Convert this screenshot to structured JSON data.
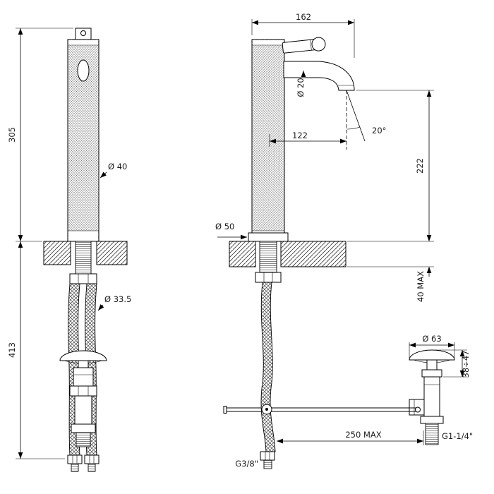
{
  "drawing": {
    "front_view": {
      "dim_height_above_deck": "305",
      "dim_depth_below_deck": "413",
      "label_body_diameter": "Ø 40",
      "label_hole_diameter": "Ø 33.5"
    },
    "side_view": {
      "dim_spout_reach": "162",
      "label_spout_diameter": "Ø 20",
      "dim_spout_to_axis": "122",
      "label_stream_angle": "20°",
      "dim_spout_height": "222",
      "label_base_diameter": "Ø 50",
      "dim_counter_thickness": "40 MAX",
      "label_supply_thread": "G3/8\""
    },
    "drain": {
      "label_plug_diameter": "Ø 63",
      "dim_plug_height": "38÷47",
      "dim_max_distance": "250 MAX",
      "label_drain_thread": "G1-1/4\""
    }
  }
}
